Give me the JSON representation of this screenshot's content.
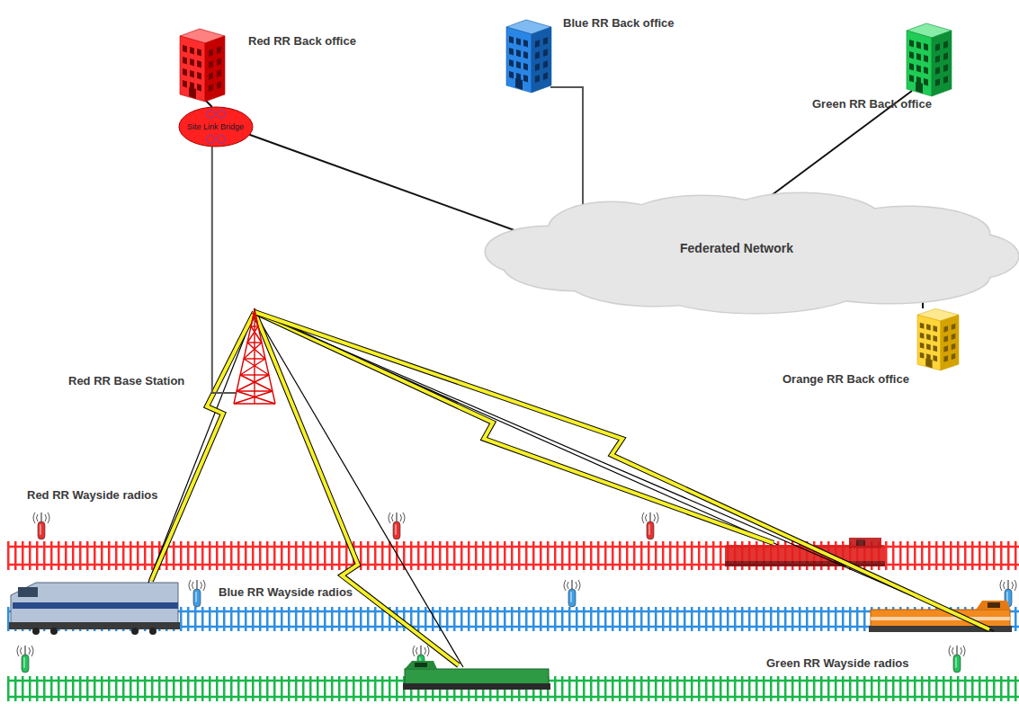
{
  "diagram": {
    "nodes": [
      {
        "text": [
          "Red RR Back office"
        ]
      },
      {
        "text": [
          "Site Link Bridge"
        ]
      },
      {
        "text": [
          "Blue RR Back office"
        ]
      },
      {
        "text": [
          "Green RR Back office"
        ]
      },
      {
        "text": [
          "Federated Network"
        ]
      },
      {
        "text": [
          "Orange RR Back office"
        ]
      },
      {
        "text": [
          "Red RR Base Station"
        ]
      }
    ],
    "edges": [
      {
        "from": 0,
        "to": 1,
        "arrow": "none"
      },
      {
        "from": 1,
        "to": 4,
        "arrow": "none"
      },
      {
        "from": 1,
        "to": 6,
        "arrow": "none"
      },
      {
        "from": 2,
        "to": 4,
        "arrow": "none"
      },
      {
        "from": 3,
        "to": 4,
        "arrow": "none"
      },
      {
        "from": 5,
        "to": 4,
        "arrow": "none"
      }
    ],
    "labels": [
      "Red RR Wayside radios",
      "Blue RR Wayside radios",
      "Green RR Wayside radios"
    ]
  }
}
